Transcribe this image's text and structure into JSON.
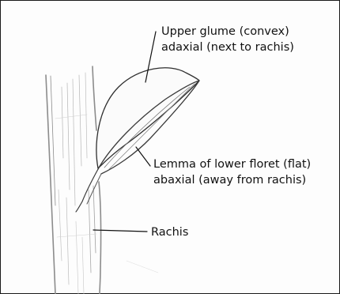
{
  "labels": {
    "upper_glume": {
      "line1": "Upper glume (convex)",
      "line2": "adaxial (next to rachis)"
    },
    "lemma": {
      "line1": "Lemma of lower floret (flat)",
      "line2": "abaxial (away from rachis)"
    },
    "rachis": "Rachis"
  },
  "colors": {
    "ink": "#111111",
    "pencil_light": "#9a9a9a",
    "pencil_dark": "#3a3a3a",
    "border": "#1a1a1a"
  }
}
